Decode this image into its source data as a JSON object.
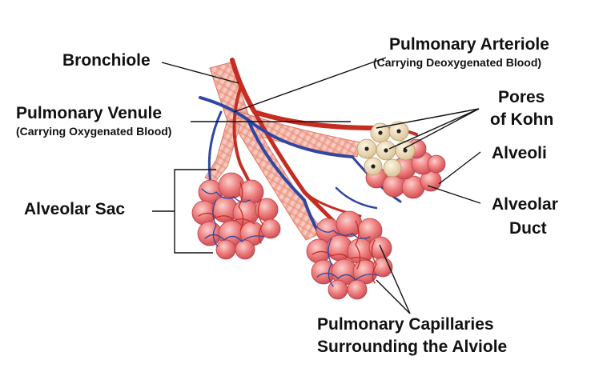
{
  "labels": {
    "bronchiole": "Bronchiole",
    "pulmonary_arteriole": "Pulmonary Arteriole",
    "pulmonary_arteriole_note": "(Carrying Deoxygenated Blood)",
    "pulmonary_venule": "Pulmonary Venule",
    "pulmonary_venule_note": "(Carrying Oxygenated Blood)",
    "pores_line1": "Pores",
    "pores_line2": "of Kohn",
    "alveoli": "Alveoli",
    "alveolar_duct_line1": "Alveolar",
    "alveolar_duct_line2": "Duct",
    "alveolar_sac": "Alveolar Sac",
    "capillaries_line1": "Pulmonary Capillaries",
    "capillaries_line2": "Surrounding the Alviole"
  },
  "colors": {
    "artery": "#c62d22",
    "vein": "#2f46a3",
    "bronchiole": "#f0a08f",
    "alveolus": "#e8656a",
    "pore_cell": "#f2e0bc",
    "text": "#111111"
  }
}
